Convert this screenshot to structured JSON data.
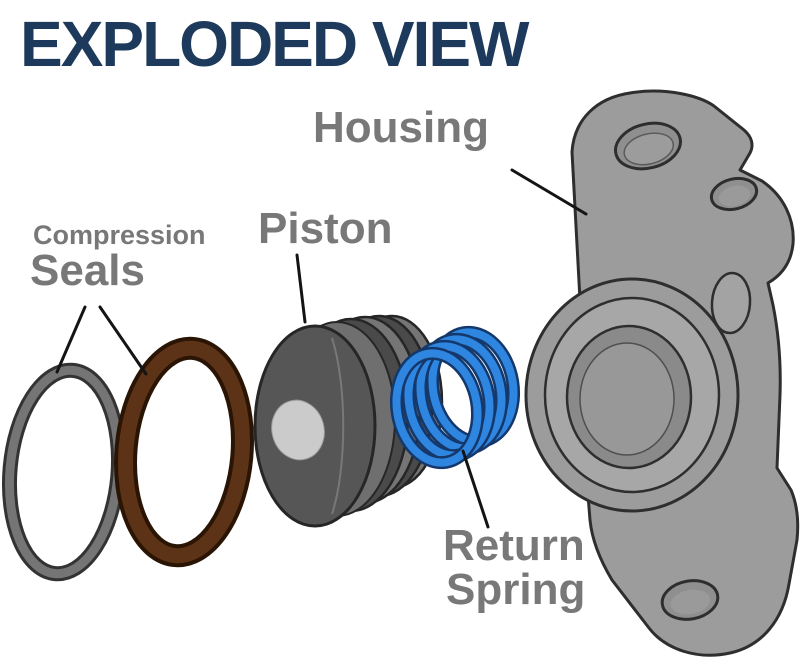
{
  "title": "EXPLODED VIEW",
  "labels": {
    "housing": "Housing",
    "compression_line1": "Compression",
    "compression_line2": "Seals",
    "piston": "Piston",
    "return_line1": "Return",
    "return_line2": "Spring"
  },
  "colors": {
    "title": "#1d3a5c",
    "label": "#787878",
    "leader": "#141414",
    "housing_fill": "#9c9c9c",
    "housing_outline": "#2e2e2e",
    "piston_fill": "#565656",
    "piston_outline": "#262626",
    "piston_pad": "#cbcbcb",
    "seal_gray": "#757575",
    "seal_gray_outline": "#333333",
    "seal_brown": "#5c3317",
    "seal_brown_outline": "#2a1505",
    "spring_blue": "#2e86e0",
    "spring_outline": "#14386b"
  }
}
